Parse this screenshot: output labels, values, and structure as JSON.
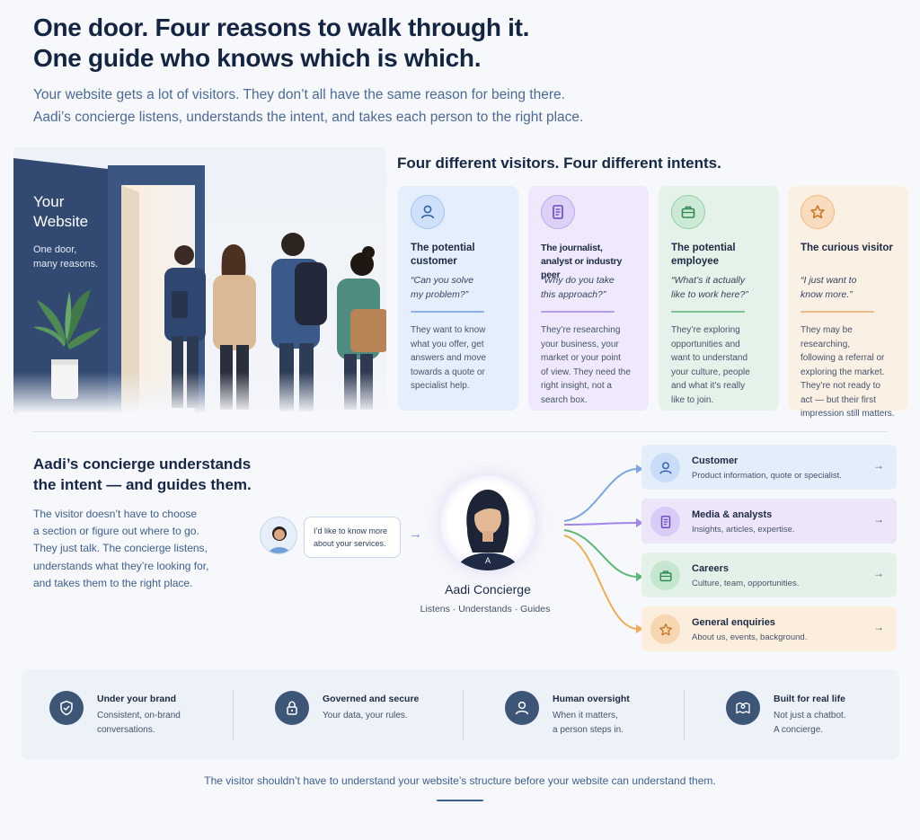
{
  "hero": {
    "title_line1": "One door. Four reasons to walk through it.",
    "title_line2": "One guide who knows which is which.",
    "subtitle_line1": "Your website gets a lot of visitors. They don’t all have the same reason for being there.",
    "subtitle_line2": "Aadi’s concierge listens, understands the intent, and takes each person to the right place."
  },
  "door_panel": {
    "title_line1": "Your",
    "title_line2": "Website",
    "sub_line1": "One door,",
    "sub_line2": "many reasons."
  },
  "intents": {
    "title": "Four different visitors. Four different intents.",
    "cards": [
      {
        "icon": "user-icon",
        "title_line1": "The potential",
        "title_line2": "customer",
        "quote_line1": "“Can you solve",
        "quote_line2": "my problem?”",
        "body": [
          "They want to know",
          "what you offer, get",
          "answers and move",
          "towards a quote or",
          "specialist help."
        ]
      },
      {
        "icon": "document-icon",
        "title_line1": "The journalist,",
        "title_line2": "analyst or industry peer",
        "quote_line1": "“Why do you take",
        "quote_line2": "this approach?”",
        "body": [
          "They’re researching",
          "your business, your",
          "market or your point",
          "of view. They need the",
          "right insight, not a",
          "search box."
        ]
      },
      {
        "icon": "briefcase-icon",
        "title_line1": "The potential",
        "title_line2": "employee",
        "quote_line1": "“What’s it actually",
        "quote_line2": "like to work here?”",
        "body": [
          "They’re exploring",
          "opportunities and",
          "want to understand",
          "your culture, people",
          "and what it’s really",
          "like to join."
        ]
      },
      {
        "icon": "star-icon",
        "title_line1": "The curious visitor",
        "title_line2": "",
        "quote_line1": "“I just want to",
        "quote_line2": "know more.”",
        "body": [
          "They may be researching,",
          "following a referral or",
          "exploring the market.",
          "They’re not ready to",
          "act — but their first",
          "impression still matters."
        ]
      }
    ]
  },
  "concierge": {
    "title_line1": "Aadi’s concierge understands",
    "title_line2": "the intent — and guides them.",
    "body": [
      "The visitor doesn’t have to choose",
      "a section or figure out where to go.",
      "They just talk. The concierge listens,",
      "understands what they’re looking for,",
      "and takes them to the right place."
    ],
    "bubble_line1": "I’d like to know more",
    "bubble_line2": "about your services.",
    "name": "Aadi Concierge",
    "tags": "Listens · Understands · Guides",
    "badge_letter": "A"
  },
  "destinations": [
    {
      "icon": "user-icon",
      "title": "Customer",
      "sub": "Product information, quote or specialist.",
      "arrow": "→"
    },
    {
      "icon": "document-icon",
      "title": "Media & analysts",
      "sub": "Insights, articles, expertise.",
      "arrow": "→"
    },
    {
      "icon": "briefcase-icon",
      "title": "Careers",
      "sub": "Culture, team, opportunities.",
      "arrow": "→"
    },
    {
      "icon": "star-icon",
      "title": "General enquiries",
      "sub": "About us, events, background.",
      "arrow": "→"
    }
  ],
  "features": [
    {
      "icon": "shield-check-icon",
      "title": "Under your brand",
      "line1": "Consistent, on-brand",
      "line2": "conversations."
    },
    {
      "icon": "lock-icon",
      "title": "Governed and secure",
      "line1": "Your data, your rules.",
      "line2": ""
    },
    {
      "icon": "person-icon",
      "title": "Human oversight",
      "line1": "When it matters,",
      "line2": "a person steps in."
    },
    {
      "icon": "map-pin-icon",
      "title": "Built for real life",
      "line1": "Not just a chatbot.",
      "line2": "A concierge."
    }
  ],
  "footer": {
    "text": "The visitor shouldn’t have to understand your website’s structure before your website can understand them."
  },
  "colors": {
    "navy": "#142443",
    "accent_blue": "#6e92d6",
    "accent_purple": "#9b7be0",
    "accent_green": "#4fae6e",
    "accent_orange": "#e9a64a"
  }
}
